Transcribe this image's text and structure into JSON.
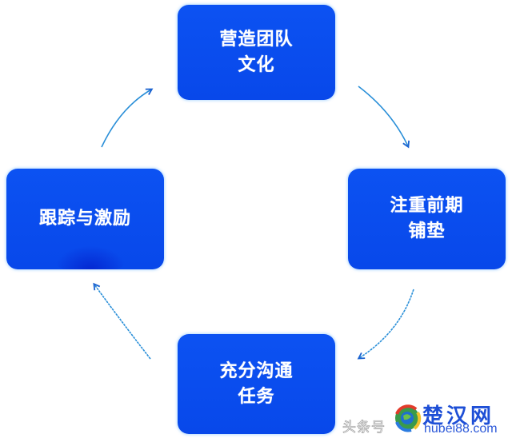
{
  "diagram": {
    "type": "cycle",
    "nodes": [
      {
        "id": "top",
        "lines": [
          "营造团队",
          "文化"
        ]
      },
      {
        "id": "right",
        "lines": [
          "注重前期",
          "铺垫"
        ]
      },
      {
        "id": "bottom",
        "lines": [
          "充分沟通",
          "任务"
        ]
      },
      {
        "id": "left",
        "lines": [
          "跟踪与激励"
        ]
      }
    ],
    "edges": [
      {
        "from": "top",
        "to": "right",
        "direction": "clockwise"
      },
      {
        "from": "right",
        "to": "bottom",
        "direction": "clockwise"
      },
      {
        "from": "bottom",
        "to": "left",
        "direction": "clockwise"
      },
      {
        "from": "left",
        "to": "top",
        "direction": "clockwise"
      }
    ],
    "colors": {
      "node_fill": "#0a4ef0",
      "node_text": "#ffffff",
      "arrow": "#2a8fd8"
    }
  },
  "watermark": {
    "toutiao": "头条号",
    "brand": "楚汉网",
    "domain": "hubei88.com"
  }
}
